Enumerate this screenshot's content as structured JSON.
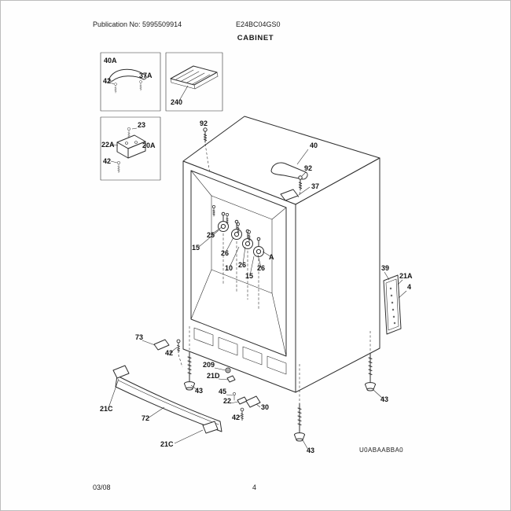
{
  "page": {
    "publication": "Publication No: 5995509914",
    "model": "E24BC04GS0",
    "title": "CABINET",
    "diagram_code": "U0ABAABBA0",
    "footer_date": "03/08",
    "footer_page": "4"
  },
  "insets": {
    "handle_box": {
      "label": "40A",
      "screw1": "42",
      "screw2": "37A"
    },
    "grille_box": {
      "label": "240"
    },
    "bracket_box": {
      "screw_top": "23",
      "left": "22A",
      "right": "20A",
      "screw_bottom": "42"
    }
  },
  "callouts": [
    "92",
    "40",
    "92",
    "37",
    "15",
    "25",
    "26",
    "10",
    "26",
    "15",
    "26",
    "A",
    "39",
    "21A",
    "4",
    "73",
    "42",
    "43",
    "209",
    "21D",
    "45",
    "22",
    "42",
    "30",
    "21C",
    "72",
    "21C",
    "43",
    "43"
  ]
}
